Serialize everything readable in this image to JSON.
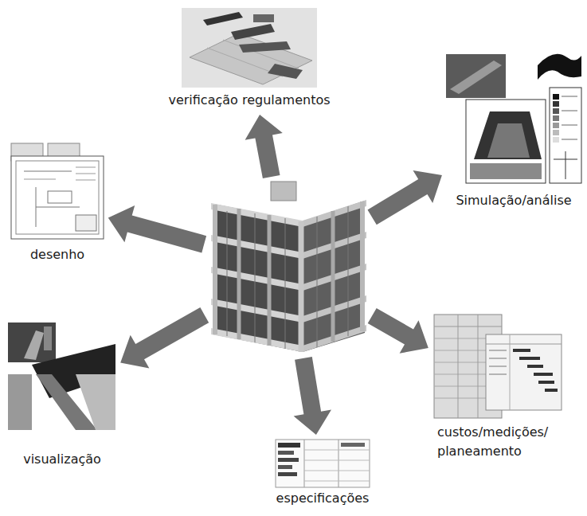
{
  "diagram": {
    "nodes": [
      {
        "text": []
      },
      {
        "text": [
          "verificação regulamentos"
        ]
      },
      {
        "text": [
          "Simulação/análise"
        ]
      },
      {
        "text": [
          "custos/medições/ planeamento"
        ]
      },
      {
        "text": [
          "especificações"
        ]
      },
      {
        "text": [
          "visualização"
        ]
      },
      {
        "text": [
          "desenho"
        ]
      }
    ],
    "edges": [
      {
        "from": 0,
        "to": 1,
        "arrow": "to"
      },
      {
        "from": 0,
        "to": 2,
        "arrow": "to"
      },
      {
        "from": 0,
        "to": 3,
        "arrow": "to"
      },
      {
        "from": 0,
        "to": 4,
        "arrow": "to"
      },
      {
        "from": 0,
        "to": 5,
        "arrow": "to"
      },
      {
        "from": 0,
        "to": 6,
        "arrow": "to"
      }
    ]
  }
}
